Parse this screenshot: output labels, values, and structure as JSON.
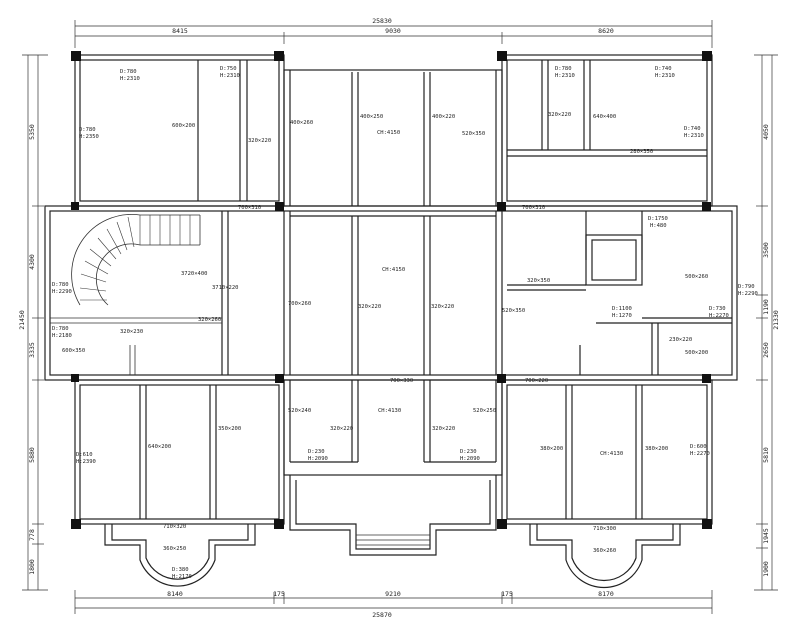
{
  "dimensions": {
    "top_total": "25830",
    "top_left": "8415",
    "top_mid": "9030",
    "top_right": "8620",
    "bottom_total": "25870",
    "bottom_left": "8140",
    "bottom_mid": "9210",
    "bottom_right": "8170",
    "bottom_gap_a": "175",
    "bottom_gap_b": "175",
    "left_total": "21450",
    "left_1": "5350",
    "left_2": "4300",
    "left_3": "3335",
    "left_4": "5880",
    "left_5": "778",
    "left_6": "1800",
    "right_total": "21330",
    "right_1": "4050",
    "right_2": "3500",
    "right_3": "1190",
    "right_4": "2650",
    "right_5": "5810",
    "right_6": "1945",
    "right_7": "1900"
  },
  "labels": {
    "w_tl_1": "D:780",
    "w_tl_2": "H:2310",
    "w_tl_3": "D:750",
    "w_tl_4": "H:2310",
    "w_tl_5": "D:780",
    "w_tl_6": "H:2350",
    "beam_tl_1": "600×200",
    "beam_tl_2": "320×220",
    "beam_tm_1": "400×260",
    "beam_tm_2": "400×250",
    "beam_tm_3": "400×220",
    "beam_tm_4": "520×350",
    "ch_top": "CH:4150",
    "w_tr_1": "D:780",
    "w_tr_2": "H:2310",
    "w_tr_3": "D:740",
    "w_tr_4": "H:2310",
    "beam_tr_1": "320×220",
    "beam_tr_2": "640×400",
    "w_tr_5": "D:740",
    "w_tr_6": "H:2310",
    "beam_tr_3": "280×350",
    "beam_m_1": "700×310",
    "beam_m_2": "700×310",
    "stair_1": "3720×400",
    "stair_2": "3710×220",
    "stair_3": "320×260",
    "w_ml_1": "D:780",
    "w_ml_2": "H:2290",
    "w_ml_3": "D:780",
    "w_ml_4": "H:2180",
    "beam_ml_1": "320×230",
    "beam_ml_2": "600×350",
    "beam_mm_1": "700×260",
    "beam_mm_2": "320×220",
    "beam_mm_3": "320×220",
    "ch_mid": "CH:4150",
    "beam_mr_1": "520×350",
    "w_mr_1": "D:1750",
    "w_mr_2": "H:480",
    "beam_mr_2": "320×350",
    "beam_mr_3": "500×260",
    "w_mr_3": "D:790",
    "w_mr_4": "H:2290",
    "w_mr_5": "D:1100",
    "w_mr_6": "H:1270",
    "w_mr_7": "D:730",
    "w_mr_8": "H:2270",
    "beam_mr_4": "230×220",
    "beam_mr_5": "500×200",
    "beam_lower_1": "700×330",
    "beam_lower_2": "700×220",
    "w_bl_1": "D:610",
    "w_bl_2": "H:2390",
    "beam_bl_1": "640×200",
    "beam_bl_2": "350×200",
    "beam_bl_3": "710×320",
    "beam_bl_4": "360×250",
    "w_bl_3": "D:380",
    "w_bl_4": "H:2170",
    "beam_bm_1": "520×240",
    "beam_bm_2": "320×220",
    "ch_bot": "CH:4130",
    "beam_bm_3": "320×220",
    "beam_bm_4": "520×250",
    "w_bm_1": "D:230",
    "w_bm_2": "H:2090",
    "w_bm_3": "D:230",
    "w_bm_4": "H:2090",
    "beam_br_1": "380×200",
    "ch_br": "CH:4130",
    "beam_br_2": "380×200",
    "w_br_1": "D:600",
    "w_br_2": "H:2270",
    "beam_br_3": "710×300",
    "beam_br_4": "360×260"
  }
}
